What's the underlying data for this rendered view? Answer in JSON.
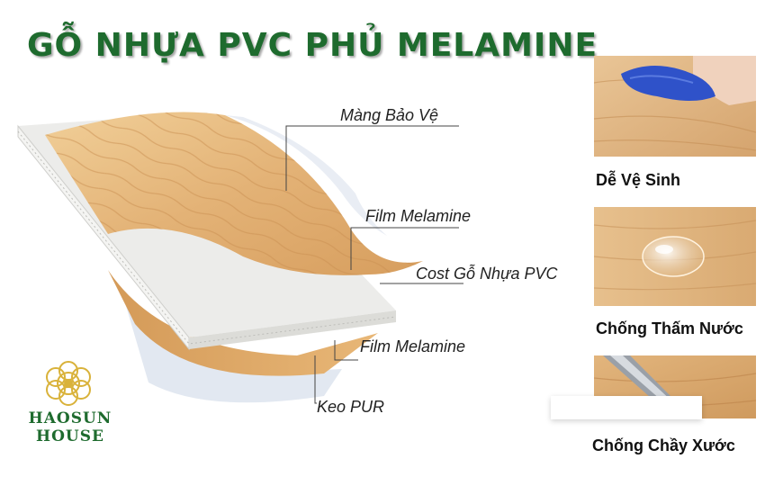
{
  "title": "GỖ NHỰA PVC PHỦ MELAMINE",
  "layers": [
    {
      "label": "Màng Bảo Vệ"
    },
    {
      "label": "Film Melamine"
    },
    {
      "label": "Cost Gỗ Nhựa PVC"
    },
    {
      "label": "Film Melamine"
    },
    {
      "label": "Keo PUR"
    }
  ],
  "features": [
    {
      "label": "Dễ Vệ Sinh",
      "icon": "wiping-cloth-icon"
    },
    {
      "label": "Chống Thấm Nước",
      "icon": "water-drop-icon"
    },
    {
      "label": "Chống Chầy Xước",
      "icon": "scratch-blade-icon"
    }
  ],
  "brand": {
    "line1": "HAOSUN",
    "line2": "HOUSE"
  },
  "colors": {
    "title": "#1e6b2e",
    "wood": "#e4b67b",
    "core": "#e6e6e4",
    "brand": "#d9b23a"
  }
}
